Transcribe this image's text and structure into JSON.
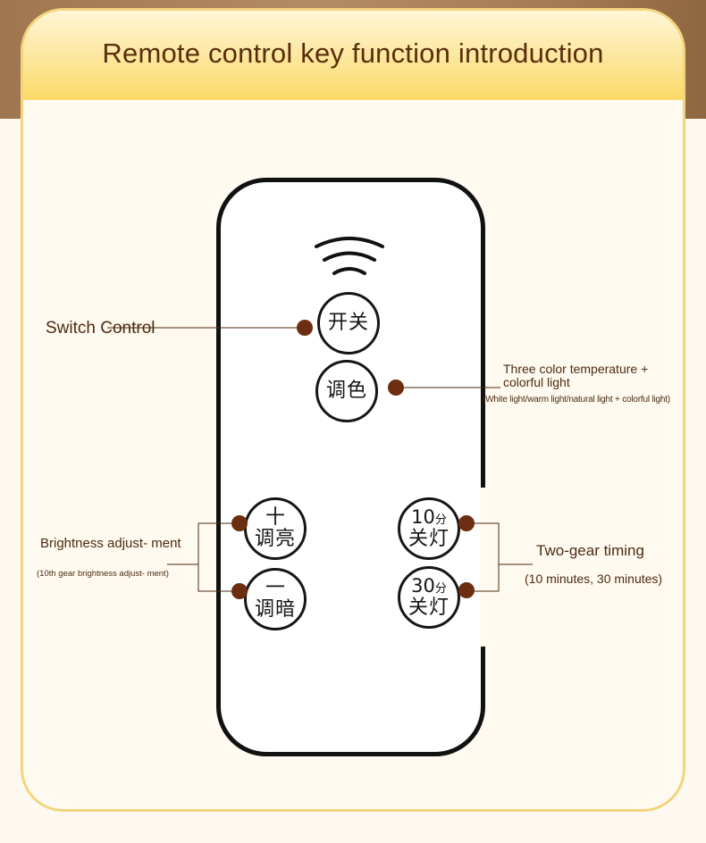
{
  "title": "Remote control key function introduction",
  "remote": {
    "buttons": {
      "power": "开关",
      "color": "调色",
      "bright_up": {
        "symbol": "十",
        "text": "调亮"
      },
      "bright_down": {
        "symbol": "一",
        "text": "调暗"
      },
      "timer_10": {
        "number": "10",
        "unit": "分",
        "text": "关灯"
      },
      "timer_30": {
        "number": "30",
        "unit": "分",
        "text": "关灯"
      }
    }
  },
  "callouts": {
    "switch": "Switch Control",
    "color": "Three color temperature + colorful light",
    "color_sub": "(White light/warm light/natural light + colorful light)",
    "brightness": "Brightness adjust- ment",
    "brightness_sub": "(10th gear brightness adjust- ment)",
    "timing": "Two-gear timing",
    "timing_sub": "(10 minutes, 30 minutes)"
  },
  "colors": {
    "title_text": "#5a2e0b",
    "card_border": "#f2d57d",
    "header_gold": "#fbd966",
    "callout_dot": "#6b2e10",
    "background_wood": "#a07650"
  }
}
